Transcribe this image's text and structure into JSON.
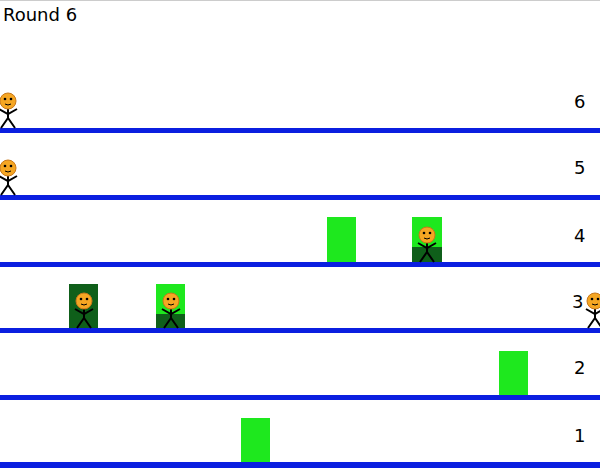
{
  "diagram": {
    "title": "Round 6",
    "labels": [
      "6",
      "5",
      "4",
      "3",
      "2",
      "1"
    ]
  }
}
